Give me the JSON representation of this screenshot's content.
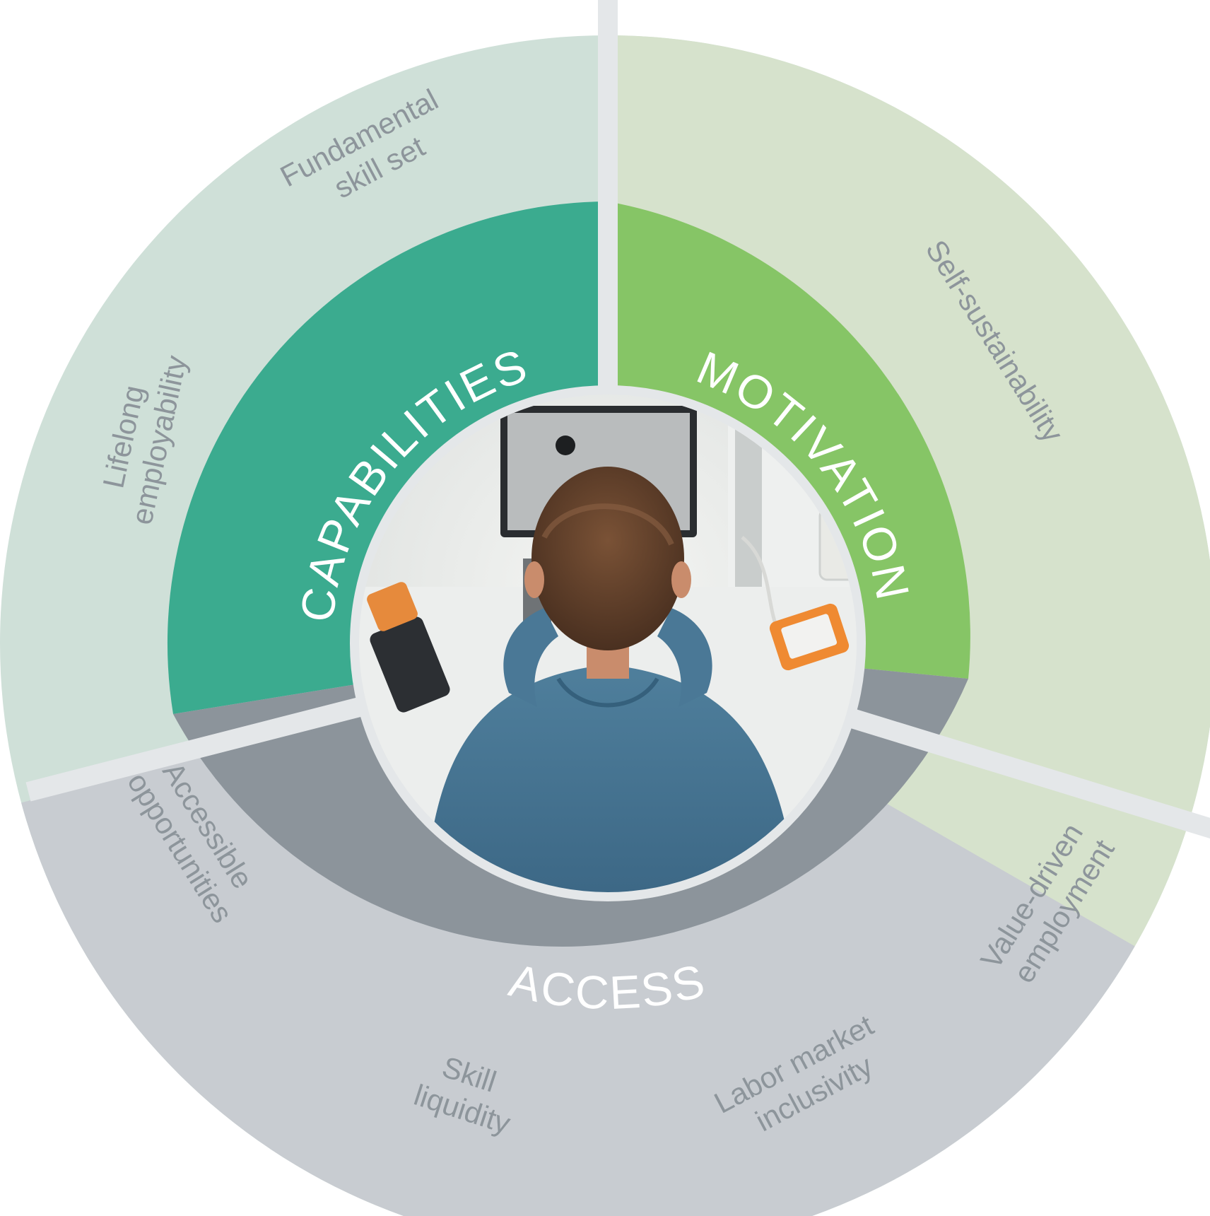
{
  "colors": {
    "capabilities_inner": "#3bab8f",
    "capabilities_outer": "#cfe0d8",
    "motivation_inner": "#86c566",
    "motivation_outer": "#d6e2cc",
    "access_inner": "#8c949b",
    "access_outer": "#c8ccd1",
    "divider": "#e4e7e9",
    "label_white": "#ffffff",
    "outer_text": "#8d959b"
  },
  "segments": {
    "capabilities": {
      "label": "CAPABILITIES"
    },
    "motivation": {
      "label": "MOTIVATION"
    },
    "access": {
      "label": "ACCESS"
    }
  },
  "outer_labels": {
    "fundamental": [
      "Fundamental",
      "skill set"
    ],
    "lifelong": [
      "Lifelong",
      "employability"
    ],
    "self_sustainability": [
      "Self-sustainability"
    ],
    "accessible": [
      "Accessible",
      "opportunities"
    ],
    "skill_liquidity": [
      "Skill",
      "liquidity"
    ],
    "labor_market": [
      "Labor market",
      "inclusivity"
    ],
    "value_driven": [
      "Value-driven",
      "employment"
    ]
  },
  "center_image": {
    "subject": "person-at-desk-with-monitor"
  }
}
